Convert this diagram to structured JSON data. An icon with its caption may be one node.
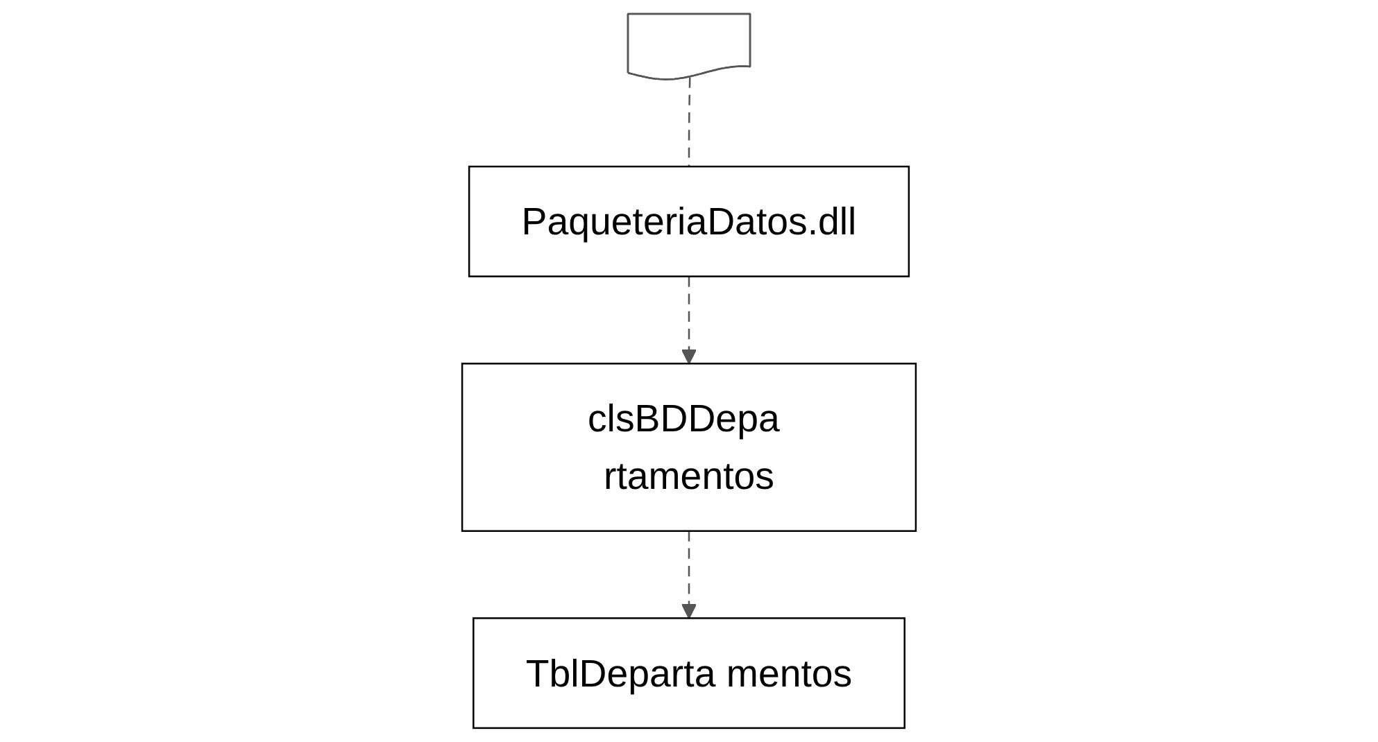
{
  "diagram": {
    "nodes": [
      {
        "text": [],
        "shape": "note"
      },
      {
        "text": [
          "PaqueteriaDatos.dll"
        ]
      },
      {
        "text": [
          "clsBDDepa rtamentos"
        ]
      },
      {
        "text": [
          "TblDeparta mentos"
        ]
      }
    ],
    "edges": [
      {
        "from": 0,
        "to": 1,
        "arrow": "none",
        "style": "dashed"
      },
      {
        "from": 1,
        "to": 2,
        "arrow": "to",
        "style": "dashed"
      },
      {
        "from": 2,
        "to": 3,
        "arrow": "to",
        "style": "dashed"
      }
    ]
  }
}
